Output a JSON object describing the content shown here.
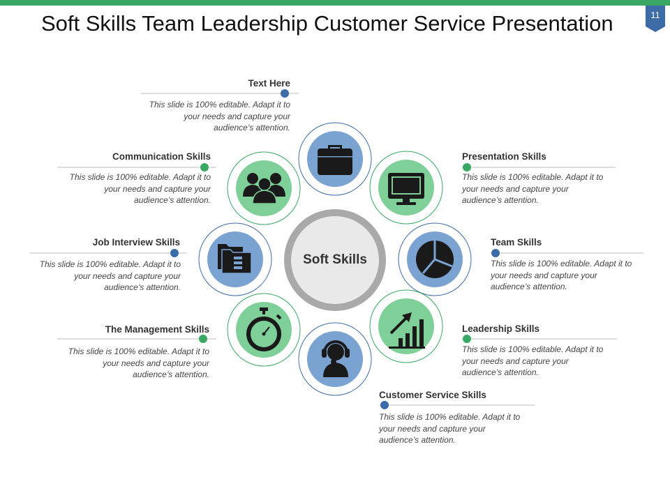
{
  "slide": {
    "number": "11",
    "title": "Soft Skills Team Leadership Customer Service Presentation",
    "center": "Soft Skills"
  },
  "colors": {
    "green": "#3aa865",
    "blue": "#3c6ca8",
    "light_green": "#7fcf98",
    "light_blue": "#7ba3d2",
    "ring": "#a8a8a8"
  },
  "items": [
    {
      "key": "text-here",
      "title": "Text Here",
      "icon": "briefcase-icon",
      "desc": "This slide is 100% editable. Adapt it to your needs and capture your audience’s attention."
    },
    {
      "key": "presentation",
      "title": "Presentation Skills",
      "icon": "monitor-icon",
      "desc": "This slide is 100% editable. Adapt it to your needs and capture your audience’s attention."
    },
    {
      "key": "team",
      "title": "Team Skills",
      "icon": "pie-chart-icon",
      "desc": "This slide is 100% editable. Adapt it to your needs and capture your audience’s attention."
    },
    {
      "key": "leadership",
      "title": "Leadership Skills",
      "icon": "growth-chart-icon",
      "desc": "This slide is 100% editable. Adapt it to your needs and capture your audience’s attention."
    },
    {
      "key": "customer-service",
      "title": "Customer Service Skills",
      "icon": "headset-agent-icon",
      "desc": "This slide is 100% editable. Adapt it to your needs and capture your audience’s attention."
    },
    {
      "key": "management",
      "title": "The Management Skills",
      "icon": "stopwatch-icon",
      "desc": "This slide is 100% editable. Adapt it to your needs and capture your audience’s attention."
    },
    {
      "key": "job-interview",
      "title": "Job Interview Skills",
      "icon": "folders-icon",
      "desc": "This slide is 100% editable. Adapt it to your needs and capture your audience’s attention."
    },
    {
      "key": "communication",
      "title": "Communication Skills",
      "icon": "team-people-icon",
      "desc": "This slide is 100% editable. Adapt it to your needs and capture your audience’s attention."
    }
  ]
}
